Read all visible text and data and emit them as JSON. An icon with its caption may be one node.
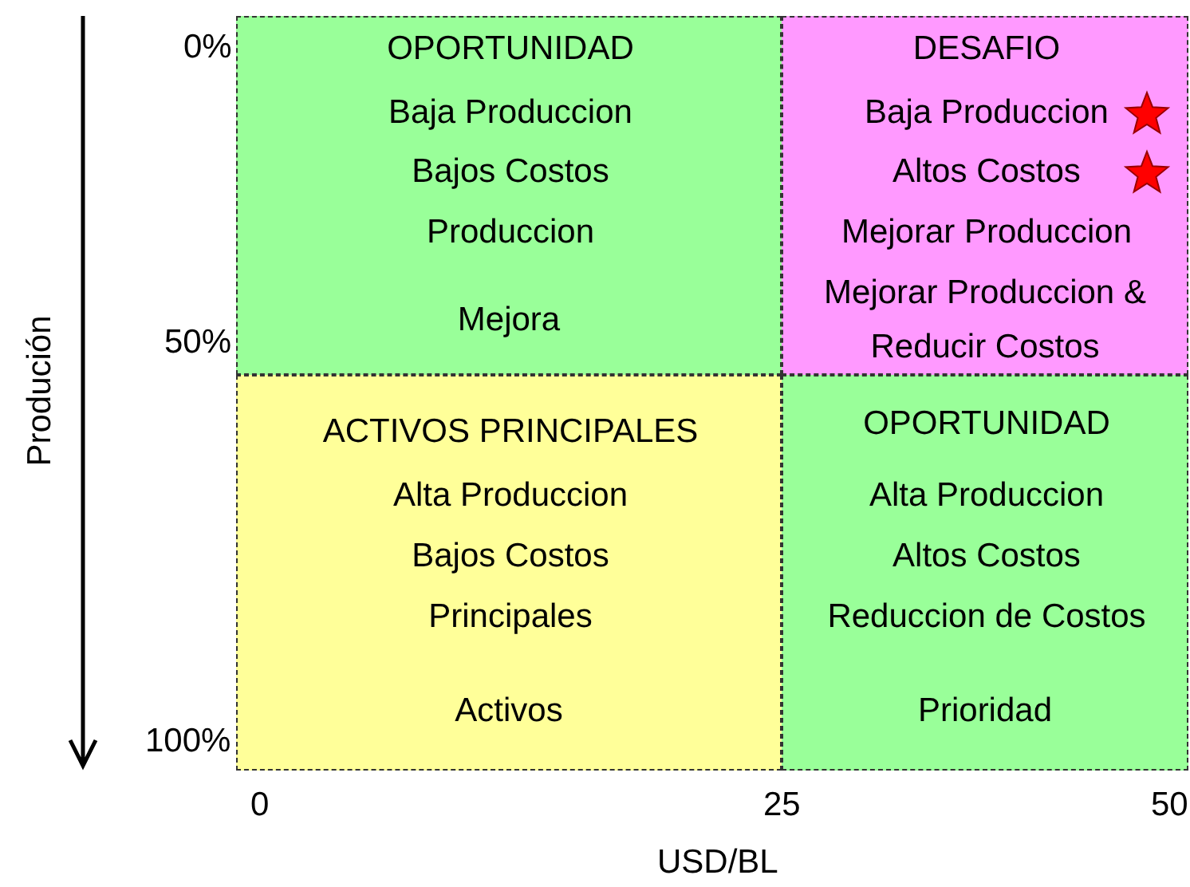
{
  "diagram": {
    "nodes": [
      {
        "text": [
          "OPORTUNIDAD",
          "Baja Produccion",
          "Bajos Costos",
          "Produccion",
          "Mejora"
        ]
      },
      {
        "text": [
          "DESAFIO",
          "Baja Produccion",
          "Altos Costos",
          "Mejorar Produccion",
          "Mejorar Produccion & Reducir Costos"
        ]
      },
      {
        "text": [
          "ACTIVOS PRINCIPALES",
          "Alta Produccion",
          "Bajos Costos",
          "Principales",
          "Activos"
        ]
      },
      {
        "text": [
          "OPORTUNIDAD",
          "Alta Produccion",
          "Altos Costos",
          "Reduccion de Costos",
          "Prioridad"
        ]
      }
    ],
    "labels": [
      "0%",
      "50%",
      "100%",
      "0",
      "25",
      "50",
      "USD/BL",
      "Produción"
    ]
  }
}
